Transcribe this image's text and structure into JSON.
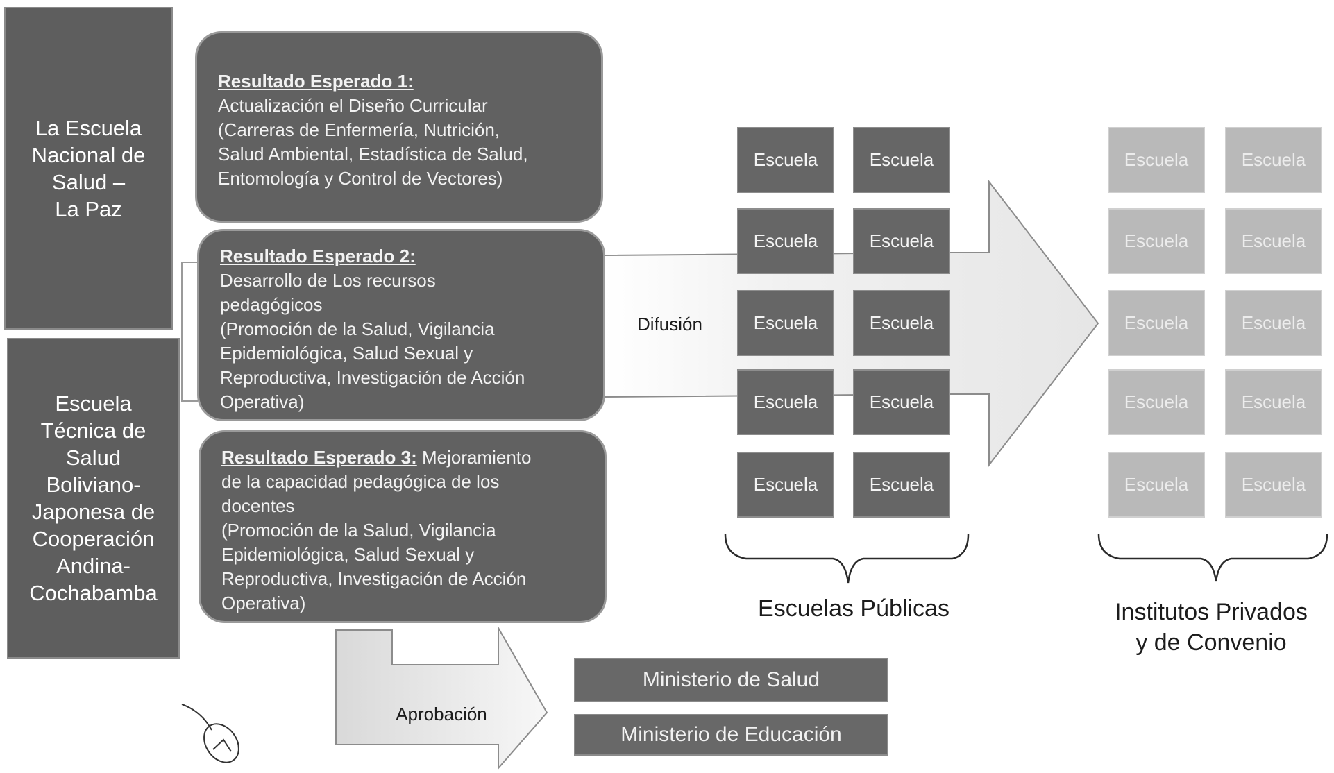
{
  "left_schools": [
    "La Escuela\nNacional de\nSalud –\nLa Paz",
    "Escuela\nTécnica de\nSalud\nBoliviano-\nJaponesa de\nCooperación\nAndina-\nCochabamba"
  ],
  "results": [
    {
      "title": "Resultado Esperado 1:",
      "body": "Actualización el Diseño Curricular\n(Carreras de Enfermería, Nutrición,\nSalud Ambiental, Estadística de Salud,\nEntomología y Control de Vectores)"
    },
    {
      "title": "Resultado Esperado 2:",
      "body": "Desarrollo de Los recursos\npedagógicos\n(Promoción de la Salud, Vigilancia\nEpidemiológica, Salud Sexual y\nReproductiva, Investigación de Acción\nOperativa)"
    },
    {
      "title": "Resultado Esperado 3:",
      "title_suffix": " Mejoramiento",
      "body": "de la capacidad pedagógica de los\ndocentes\n(Promoción de la Salud, Vigilancia\nEpidemiológica, Salud Sexual y\nReproductiva, Investigación de Acción\nOperativa)"
    }
  ],
  "arrows": {
    "diffusion": "Difusión",
    "approval": "Aprobación"
  },
  "public_schools": {
    "cell_label": "Escuela",
    "rows": 5,
    "cols": 2,
    "caption": "Escuelas Públicas"
  },
  "private_schools": {
    "cell_label": "Escuela",
    "rows": 5,
    "cols": 2,
    "caption": "Institutos Privados\ny de Convenio"
  },
  "ministries": [
    "Ministerio de Salud",
    "Ministerio de Educación"
  ],
  "colors": {
    "dark_box": "#5e5e5e",
    "public_cell": "#666666",
    "private_cell": "#b9b9b9",
    "arrow_fill": "#e8e8e8"
  }
}
